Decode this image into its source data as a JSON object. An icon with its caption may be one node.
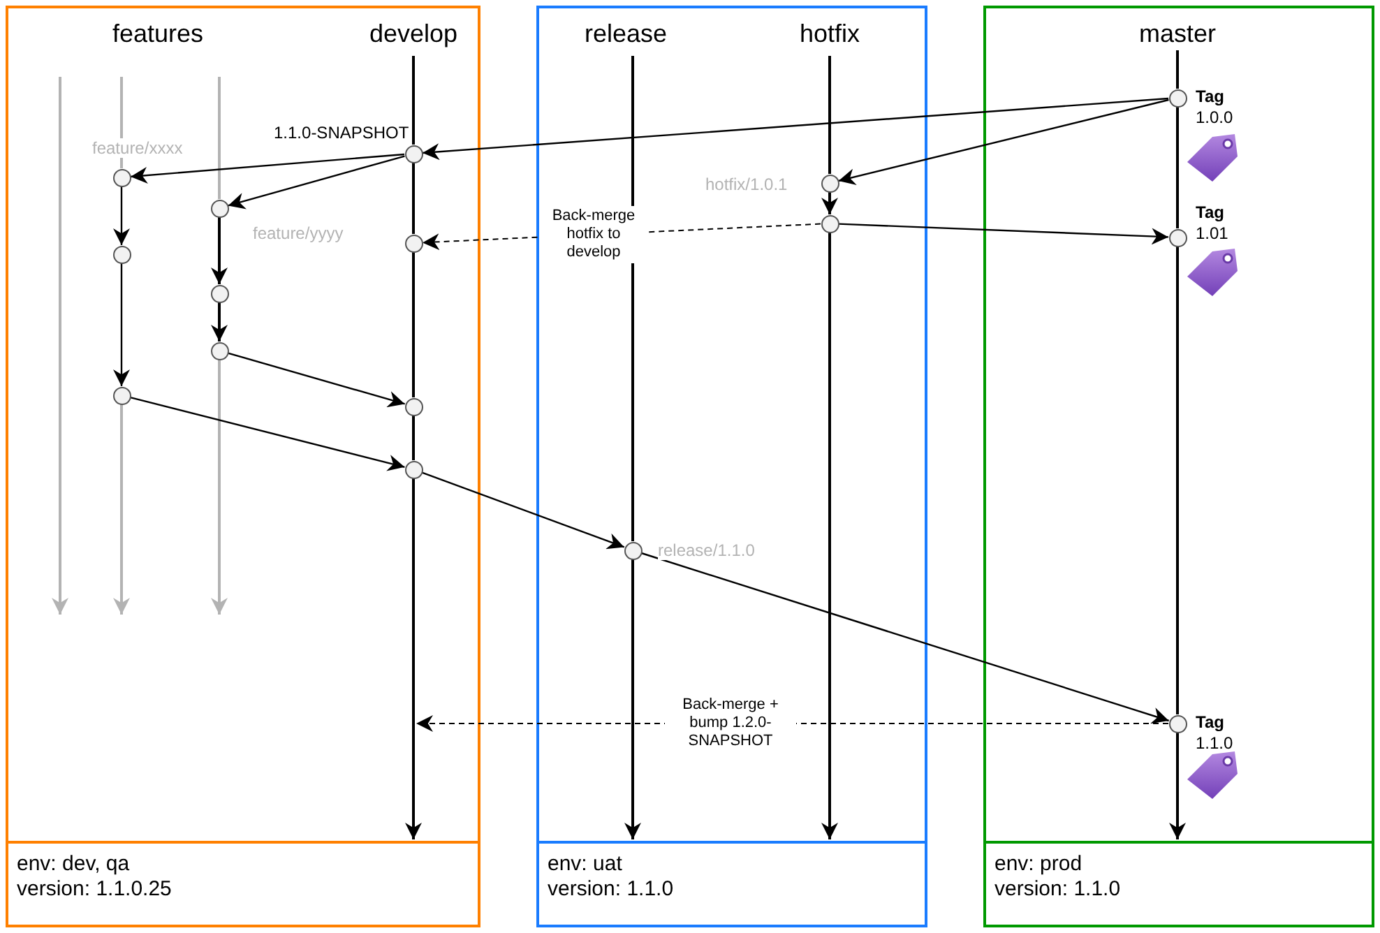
{
  "diagram": {
    "nodes": [
      {
        "text": [
          "features",
          "develop"
        ]
      },
      {
        "text": [
          "env: dev, qa",
          "version: 1.1.0.25"
        ],
        "in": 0
      },
      {
        "text": [],
        "shape": "circle",
        "in": 0,
        "beside": [
          "feature/xxxx"
        ]
      },
      {
        "text": [],
        "shape": "circle",
        "in": 0
      },
      {
        "text": [],
        "shape": "circle",
        "in": 0
      },
      {
        "text": [],
        "shape": "circle",
        "in": 0,
        "beside": [
          "feature/yyyy"
        ]
      },
      {
        "text": [],
        "shape": "circle",
        "in": 0
      },
      {
        "text": [],
        "shape": "circle",
        "in": 0
      },
      {
        "text": [],
        "shape": "circle",
        "in": 0,
        "beside": [
          "1.1.0-SNAPSHOT"
        ]
      },
      {
        "text": [],
        "shape": "circle",
        "in": 0
      },
      {
        "text": [],
        "shape": "circle",
        "in": 0
      },
      {
        "text": [],
        "shape": "circle",
        "in": 0
      },
      {
        "text": [
          "release",
          "hotfix"
        ]
      },
      {
        "text": [
          "env: uat",
          "version: 1.1.0"
        ],
        "in": 12
      },
      {
        "text": [],
        "shape": "circle",
        "in": 12,
        "beside": [
          "release/1.1.0"
        ]
      },
      {
        "text": [],
        "shape": "circle",
        "in": 12,
        "beside": [
          "hotfix/1.0.1"
        ]
      },
      {
        "text": [],
        "shape": "circle",
        "in": 12
      },
      {
        "text": [
          "master"
        ]
      },
      {
        "text": [
          "env: prod",
          "version: 1.1.0"
        ],
        "in": 17
      },
      {
        "text": [],
        "shape": "circle",
        "in": 17,
        "beside": [
          "Tag",
          "1.0.0"
        ]
      },
      {
        "text": [],
        "shape": "circle",
        "in": 17,
        "beside": [
          "Tag",
          "1.01"
        ]
      },
      {
        "text": [],
        "shape": "circle",
        "in": 17,
        "beside": [
          "Tag",
          "1.1.0"
        ]
      }
    ],
    "edges": [
      {
        "from": null,
        "to": 2,
        "arrow": "none",
        "color": "#b3b3b3"
      },
      {
        "from": 2,
        "to": 3,
        "arrow": "to"
      },
      {
        "from": 3,
        "to": 4,
        "arrow": "to"
      },
      {
        "from": 4,
        "to": null,
        "arrow": "to",
        "color": "#b3b3b3"
      },
      {
        "from": null,
        "to": 5,
        "arrow": "none",
        "color": "#b3b3b3"
      },
      {
        "from": 5,
        "to": 6,
        "arrow": "to"
      },
      {
        "from": 6,
        "to": 7,
        "arrow": "to"
      },
      {
        "from": 7,
        "to": null,
        "arrow": "to",
        "color": "#b3b3b3"
      },
      {
        "from": null,
        "to": 8,
        "arrow": "none"
      },
      {
        "from": 8,
        "to": 9,
        "arrow": "none"
      },
      {
        "from": 9,
        "to": 10,
        "arrow": "none"
      },
      {
        "from": 10,
        "to": 11,
        "arrow": "none"
      },
      {
        "from": 11,
        "to": 1,
        "arrow": "to"
      },
      {
        "from": null,
        "to": 14,
        "arrow": "none"
      },
      {
        "from": 14,
        "to": 13,
        "arrow": "to"
      },
      {
        "from": null,
        "to": 15,
        "arrow": "none"
      },
      {
        "from": 15,
        "to": 16,
        "arrow": "to"
      },
      {
        "from": 16,
        "to": 13,
        "arrow": "to"
      },
      {
        "from": null,
        "to": 19,
        "arrow": "none"
      },
      {
        "from": 19,
        "to": 20,
        "arrow": "none"
      },
      {
        "from": 20,
        "to": 21,
        "arrow": "none"
      },
      {
        "from": 21,
        "to": 18,
        "arrow": "to"
      },
      {
        "from": 19,
        "to": 8,
        "arrow": "to"
      },
      {
        "from": 8,
        "to": 2,
        "arrow": "to"
      },
      {
        "from": 8,
        "to": 5,
        "arrow": "to"
      },
      {
        "from": 19,
        "to": 15,
        "arrow": "to"
      },
      {
        "from": 16,
        "to": 9,
        "arrow": "to",
        "style": "dashed",
        "label": "Back-merge hotfix to develop"
      },
      {
        "from": 16,
        "to": 20,
        "arrow": "to"
      },
      {
        "from": 7,
        "to": 10,
        "arrow": "to"
      },
      {
        "from": 4,
        "to": 11,
        "arrow": "to"
      },
      {
        "from": 11,
        "to": 14,
        "arrow": "to"
      },
      {
        "from": 14,
        "to": 21,
        "arrow": "to"
      },
      {
        "from": 21,
        "to": null,
        "arrow": "to",
        "style": "dashed",
        "label": "Back-merge + bump 1.2.0-SNAPSHOT"
      }
    ]
  }
}
